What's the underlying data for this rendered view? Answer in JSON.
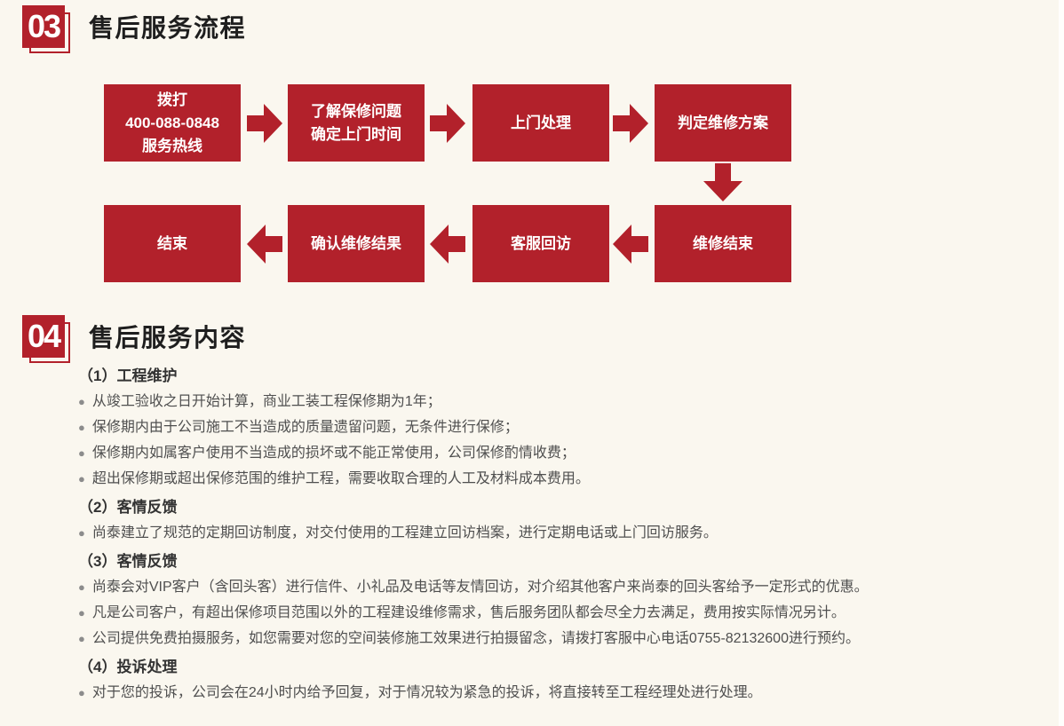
{
  "colors": {
    "accent": "#b2212b",
    "background": "#faf7ef",
    "title_text": "#1e1e1e",
    "heading_text": "#333333",
    "body_text": "#4f4f4f",
    "bullet": "#8c8c8c",
    "box_text": "#ffffff"
  },
  "process_section": {
    "badge": "03",
    "title": "售后服务流程",
    "flow_row1": [
      {
        "label": "拨打\n400-088-0848\n服务热线"
      },
      {
        "label": "了解保修问题\n确定上门时间"
      },
      {
        "label": "上门处理"
      },
      {
        "label": "判定维修方案"
      }
    ],
    "flow_row2": [
      {
        "label": "维修结束"
      },
      {
        "label": "客服回访"
      },
      {
        "label": "确认维修结果"
      },
      {
        "label": "结束"
      }
    ]
  },
  "content_section": {
    "badge": "04",
    "title": "售后服务内容",
    "groups": [
      {
        "heading": "（1）工程维护",
        "items": [
          "从竣工验收之日开始计算，商业工装工程保修期为1年；",
          "保修期内由于公司施工不当造成的质量遗留问题，无条件进行保修；",
          "保修期内如属客户使用不当造成的损坏或不能正常使用，公司保修酌情收费；",
          "超出保修期或超出保修范围的维护工程，需要收取合理的人工及材料成本费用。"
        ]
      },
      {
        "heading": "（2）客情反馈",
        "items": [
          "尚泰建立了规范的定期回访制度，对交付使用的工程建立回访档案，进行定期电话或上门回访服务。"
        ]
      },
      {
        "heading": "（3）客情反馈",
        "items": [
          "尚泰会对VIP客户（含回头客）进行信件、小礼品及电话等友情回访，对介绍其他客户来尚泰的回头客给予一定形式的优惠。",
          "凡是公司客户，有超出保修项目范围以外的工程建设维修需求，售后服务团队都会尽全力去满足，费用按实际情况另计。",
          "公司提供免费拍摄服务，如您需要对您的空间装修施工效果进行拍摄留念，请拨打客服中心电话0755-82132600进行预约。"
        ]
      },
      {
        "heading": "（4）投诉处理",
        "items": [
          "对于您的投诉，公司会在24小时内给予回复，对于情况较为紧急的投诉，将直接转至工程经理处进行处理。"
        ]
      }
    ]
  }
}
